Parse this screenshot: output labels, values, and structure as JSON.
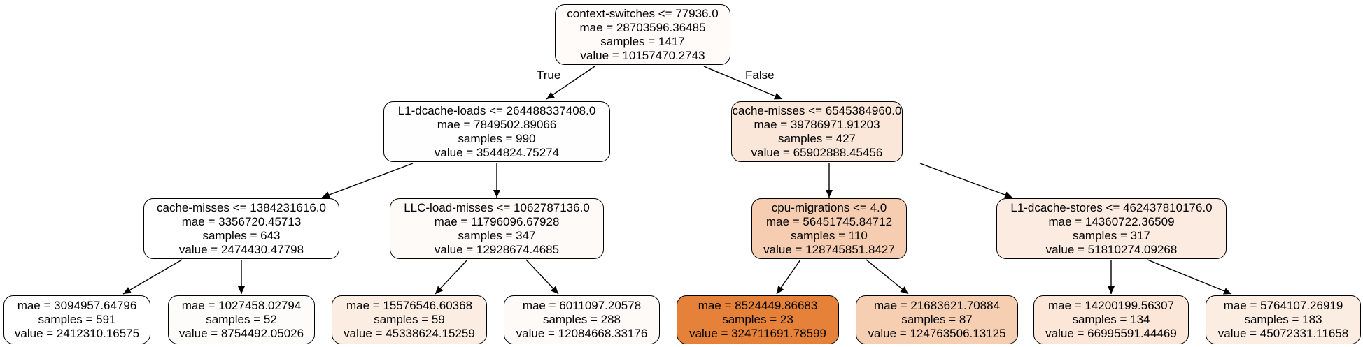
{
  "nodes": {
    "n0": {
      "condition": "context-switches <= 77936.0",
      "mae": "mae = 28703596.36485",
      "samples": "samples = 1417",
      "value": "value = 10157470.2743",
      "fill": "#fefbf9"
    },
    "n1": {
      "condition": "L1-dcache-loads <= 264488337408.0",
      "mae": "mae = 7849502.89066",
      "samples": "samples = 990",
      "value": "value = 3544824.75274",
      "fill": "#fffefe"
    },
    "n2": {
      "condition": "cache-misses <= 6545384960.0",
      "mae": "mae = 39786971.91203",
      "samples": "samples = 427",
      "value": "value = 65902888.45456",
      "fill": "#fbe7d9"
    },
    "n3": {
      "condition": "cache-misses <= 1384231616.0",
      "mae": "mae = 3356720.45713",
      "samples": "samples = 643",
      "value": "value = 2474430.47798",
      "fill": "#ffffff"
    },
    "n4": {
      "condition": "LLC-load-misses <= 1062787136.0",
      "mae": "mae = 11796096.67928",
      "samples": "samples = 347",
      "value": "value = 12928674.4685",
      "fill": "#fefaf7"
    },
    "n5": {
      "condition": "cpu-migrations <= 4.0",
      "mae": "mae = 56451745.84712",
      "samples": "samples = 110",
      "value": "value = 128745851.8427",
      "fill": "#f6cdb0"
    },
    "n6": {
      "condition": "L1-dcache-stores <= 462437810176.0",
      "mae": "mae = 14360722.36509",
      "samples": "samples = 317",
      "value": "value = 51810274.09268",
      "fill": "#fcebe0"
    },
    "n7": {
      "mae": "mae = 3094957.64796",
      "samples": "samples = 591",
      "value": "value = 2412310.16575",
      "fill": "#ffffff"
    },
    "n8": {
      "mae": "mae = 1027458.02794",
      "samples": "samples = 52",
      "value": "value = 8754492.05026",
      "fill": "#fefcfa"
    },
    "n9": {
      "mae": "mae = 15576546.60368",
      "samples": "samples = 59",
      "value": "value = 45338624.15259",
      "fill": "#fcede2"
    },
    "n10": {
      "mae": "mae = 6011097.20578",
      "samples": "samples = 288",
      "value": "value = 12084668.33176",
      "fill": "#fefaf7"
    },
    "n11": {
      "mae": "mae = 8524449.86683",
      "samples": "samples = 23",
      "value": "value = 324711691.78599",
      "fill": "#e58139"
    },
    "n12": {
      "mae": "mae = 21683621.70884",
      "samples": "samples = 87",
      "value": "value = 124763506.13125",
      "fill": "#f6ceb2"
    },
    "n13": {
      "mae": "mae = 14200199.56307",
      "samples": "samples = 134",
      "value": "value = 66995591.44469",
      "fill": "#fbe6d8"
    },
    "n14": {
      "mae": "mae = 5764107.26919",
      "samples": "samples = 183",
      "value": "value = 45072331.11658",
      "fill": "#fcede3"
    }
  },
  "edge_labels": {
    "true_label": "True",
    "false_label": "False"
  }
}
